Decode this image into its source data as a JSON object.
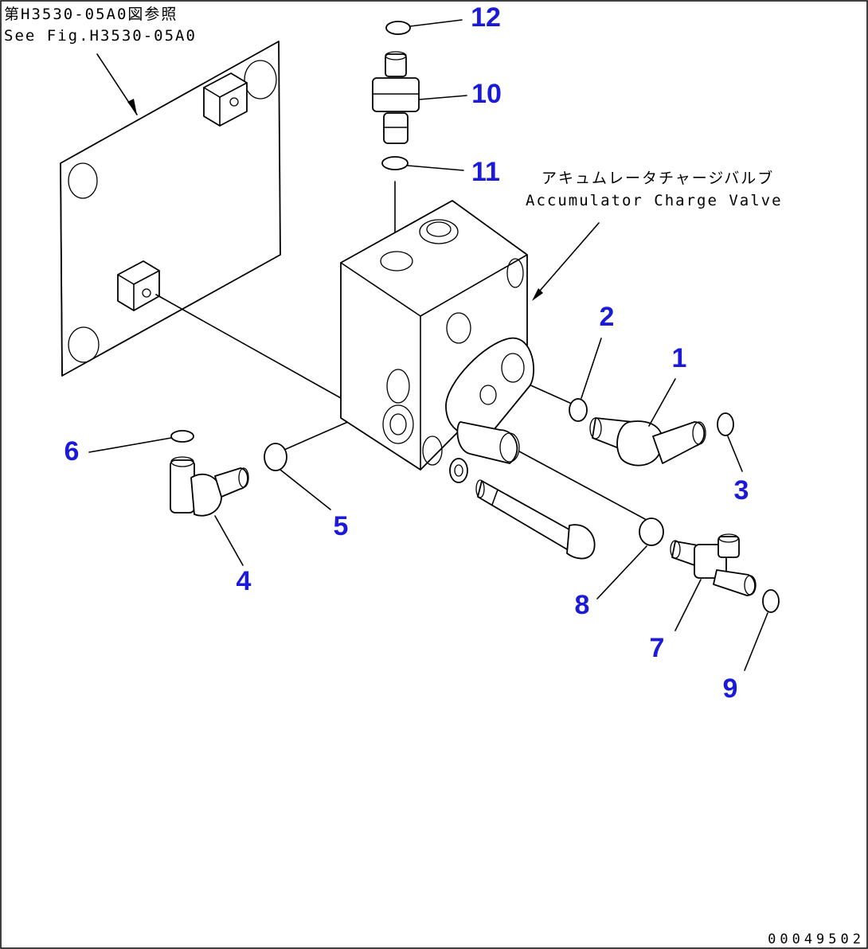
{
  "notes": {
    "ref_jp": "第H3530-05A0図参照",
    "ref_en": "See Fig.H3530-05A0",
    "valve_jp": "アキュムレータチャージバルブ",
    "valve_en": "Accumulator Charge Valve"
  },
  "callouts": {
    "n1": "1",
    "n2": "2",
    "n3": "3",
    "n4": "4",
    "n5": "5",
    "n6": "6",
    "n7": "7",
    "n8": "8",
    "n9": "9",
    "n10": "10",
    "n11": "11",
    "n12": "12"
  },
  "callout_color": "#1a1ad8",
  "drawing_number": "00049502"
}
